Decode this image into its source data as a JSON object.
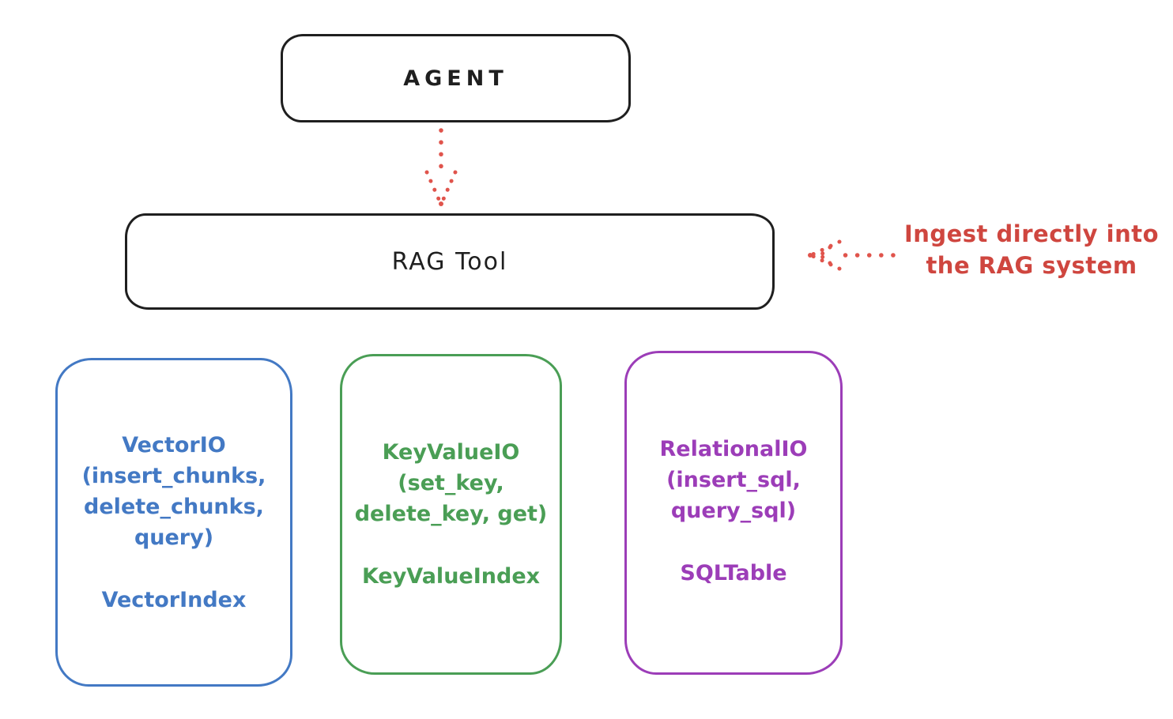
{
  "diagram": {
    "agent": {
      "label": "AGENT"
    },
    "rag_tool": {
      "label": "RAG Tool"
    },
    "annotation": {
      "line1": "Ingest directly into",
      "line2": "the RAG system"
    },
    "stores": {
      "vector": {
        "title": "VectorIO",
        "method_lines": [
          "(insert_chunks,",
          "delete_chunks,",
          "query)"
        ],
        "index": "VectorIndex",
        "color": "#4379c4"
      },
      "keyvalue": {
        "title": "KeyValueIO",
        "method_lines": [
          "(set_key,",
          "delete_key, get)"
        ],
        "index": "KeyValueIndex",
        "color": "#4a9e55"
      },
      "relational": {
        "title": "RelationalIO",
        "method_lines": [
          "(insert_sql,",
          "query_sql)"
        ],
        "index": "SQLTable",
        "color": "#9c3db8"
      }
    },
    "colors": {
      "ink": "#1f1f1f",
      "arrow_red": "#e0544c",
      "annotation_red": "#cf463f",
      "vector_blue": "#4379c4",
      "keyvalue_green": "#4a9e55",
      "relational_purple": "#9c3db8"
    }
  }
}
